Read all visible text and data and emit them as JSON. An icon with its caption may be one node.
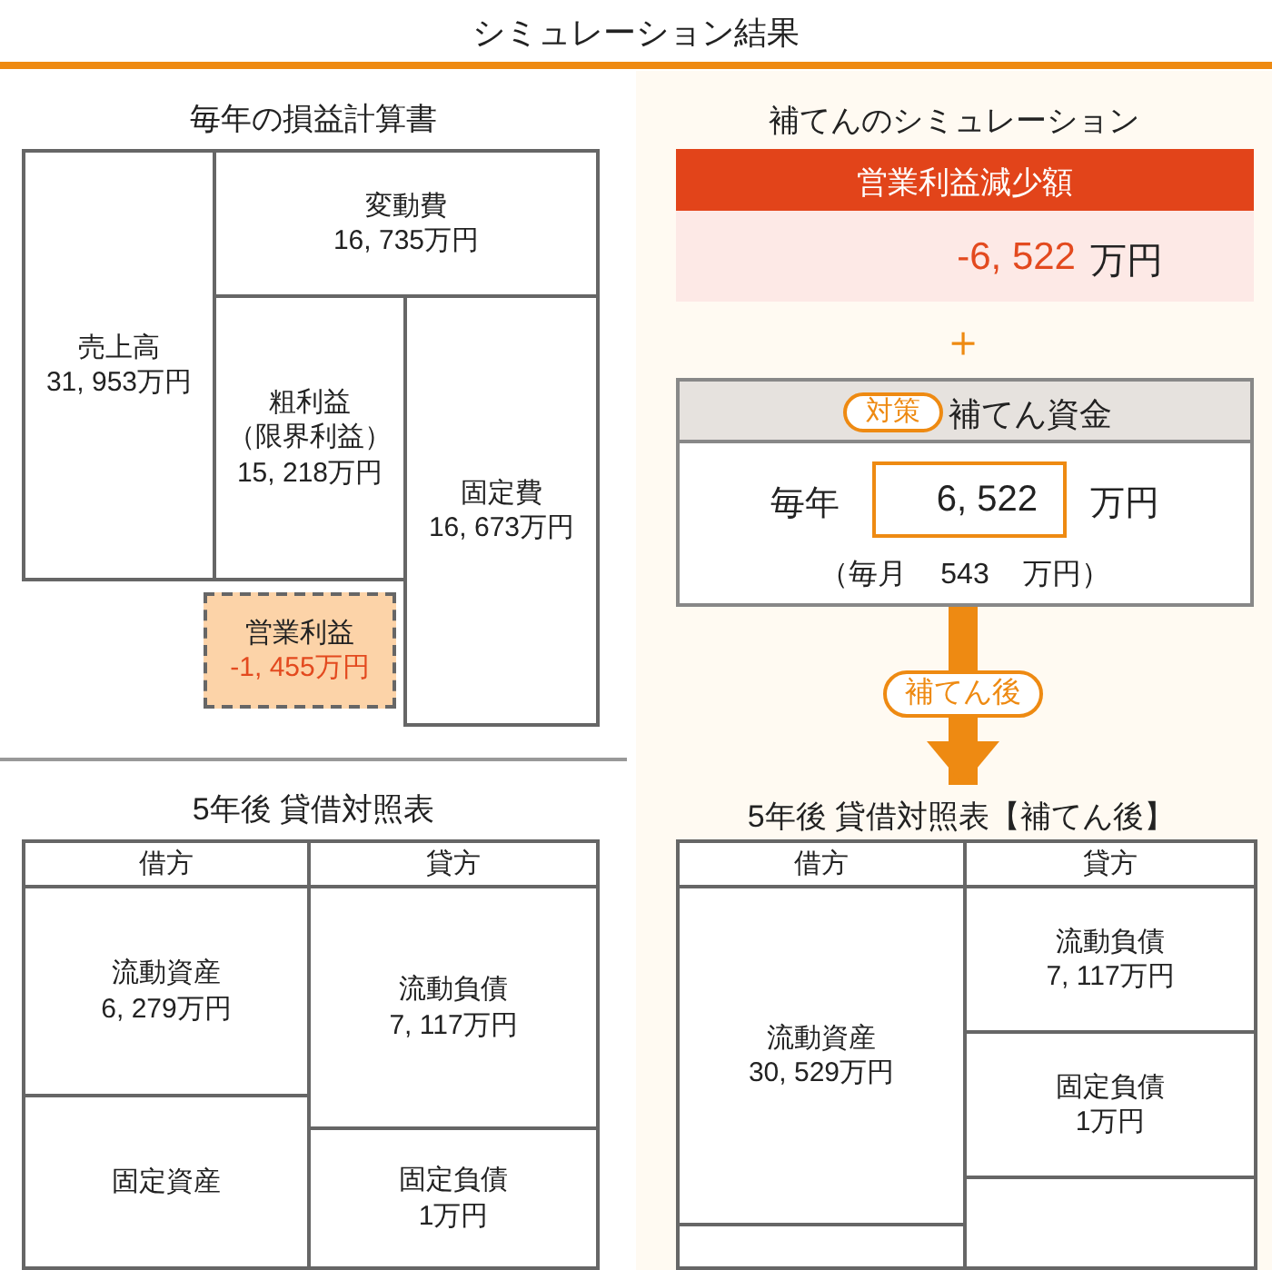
{
  "diagram": {
    "title": "シミュレーション結果",
    "nodes": [
      {
        "text": [
          "毎年の損益計算書"
        ]
      },
      {
        "text": [
          "売上高",
          "31, 953万円"
        ],
        "in": 0
      },
      {
        "text": [
          "変動費",
          "16, 735万円"
        ],
        "in": 0
      },
      {
        "text": [
          "粗利益",
          "（限界利益）",
          "15, 218万円"
        ],
        "in": 0
      },
      {
        "text": [
          "固定費",
          "16, 673万円"
        ],
        "in": 0
      },
      {
        "text": [
          "営業利益",
          "-1, 455万円"
        ],
        "in": 0
      },
      {
        "text": [
          "営業利益減少額",
          "-6, 522",
          "万円"
        ]
      },
      {
        "text": [
          "補てん資金",
          "毎年",
          "万円",
          "（毎月 543 万円）"
        ]
      },
      {
        "text": [
          "対策"
        ],
        "in": 7
      },
      {
        "text": [
          "6, 522"
        ],
        "in": 7
      },
      {
        "text": [
          "5年後 貸借対照表"
        ]
      },
      {
        "text": [
          "借方"
        ],
        "in": 10
      },
      {
        "text": [
          "貸方"
        ],
        "in": 10
      },
      {
        "text": [
          "流動資産",
          "6, 279万円"
        ],
        "in": 10
      },
      {
        "text": [
          "流動負債",
          "7, 117万円"
        ],
        "in": 10
      },
      {
        "text": [
          "固定資産"
        ],
        "in": 10
      },
      {
        "text": [
          "固定負債",
          "1万円"
        ],
        "in": 10
      },
      {
        "text": [
          "5年後 貸借対照表【補てん後】"
        ]
      },
      {
        "text": [
          "借方"
        ],
        "in": 17
      },
      {
        "text": [
          "貸方"
        ],
        "in": 17
      },
      {
        "text": [
          "流動資産",
          "30, 529万円"
        ],
        "in": 17
      },
      {
        "text": [
          "流動負債",
          "7, 117万円"
        ],
        "in": 17
      },
      {
        "text": [
          "固定負債",
          "1万円"
        ],
        "in": 17
      },
      {
        "text": [],
        "shape": "box",
        "in": 17
      },
      {
        "text": [],
        "shape": "box",
        "in": 17
      }
    ],
    "edges": [
      {
        "from": 7,
        "to": 17,
        "arrow": "to",
        "label": "補てん後"
      }
    ],
    "labels": [
      "補てんのシミュレーション",
      "＋"
    ]
  }
}
